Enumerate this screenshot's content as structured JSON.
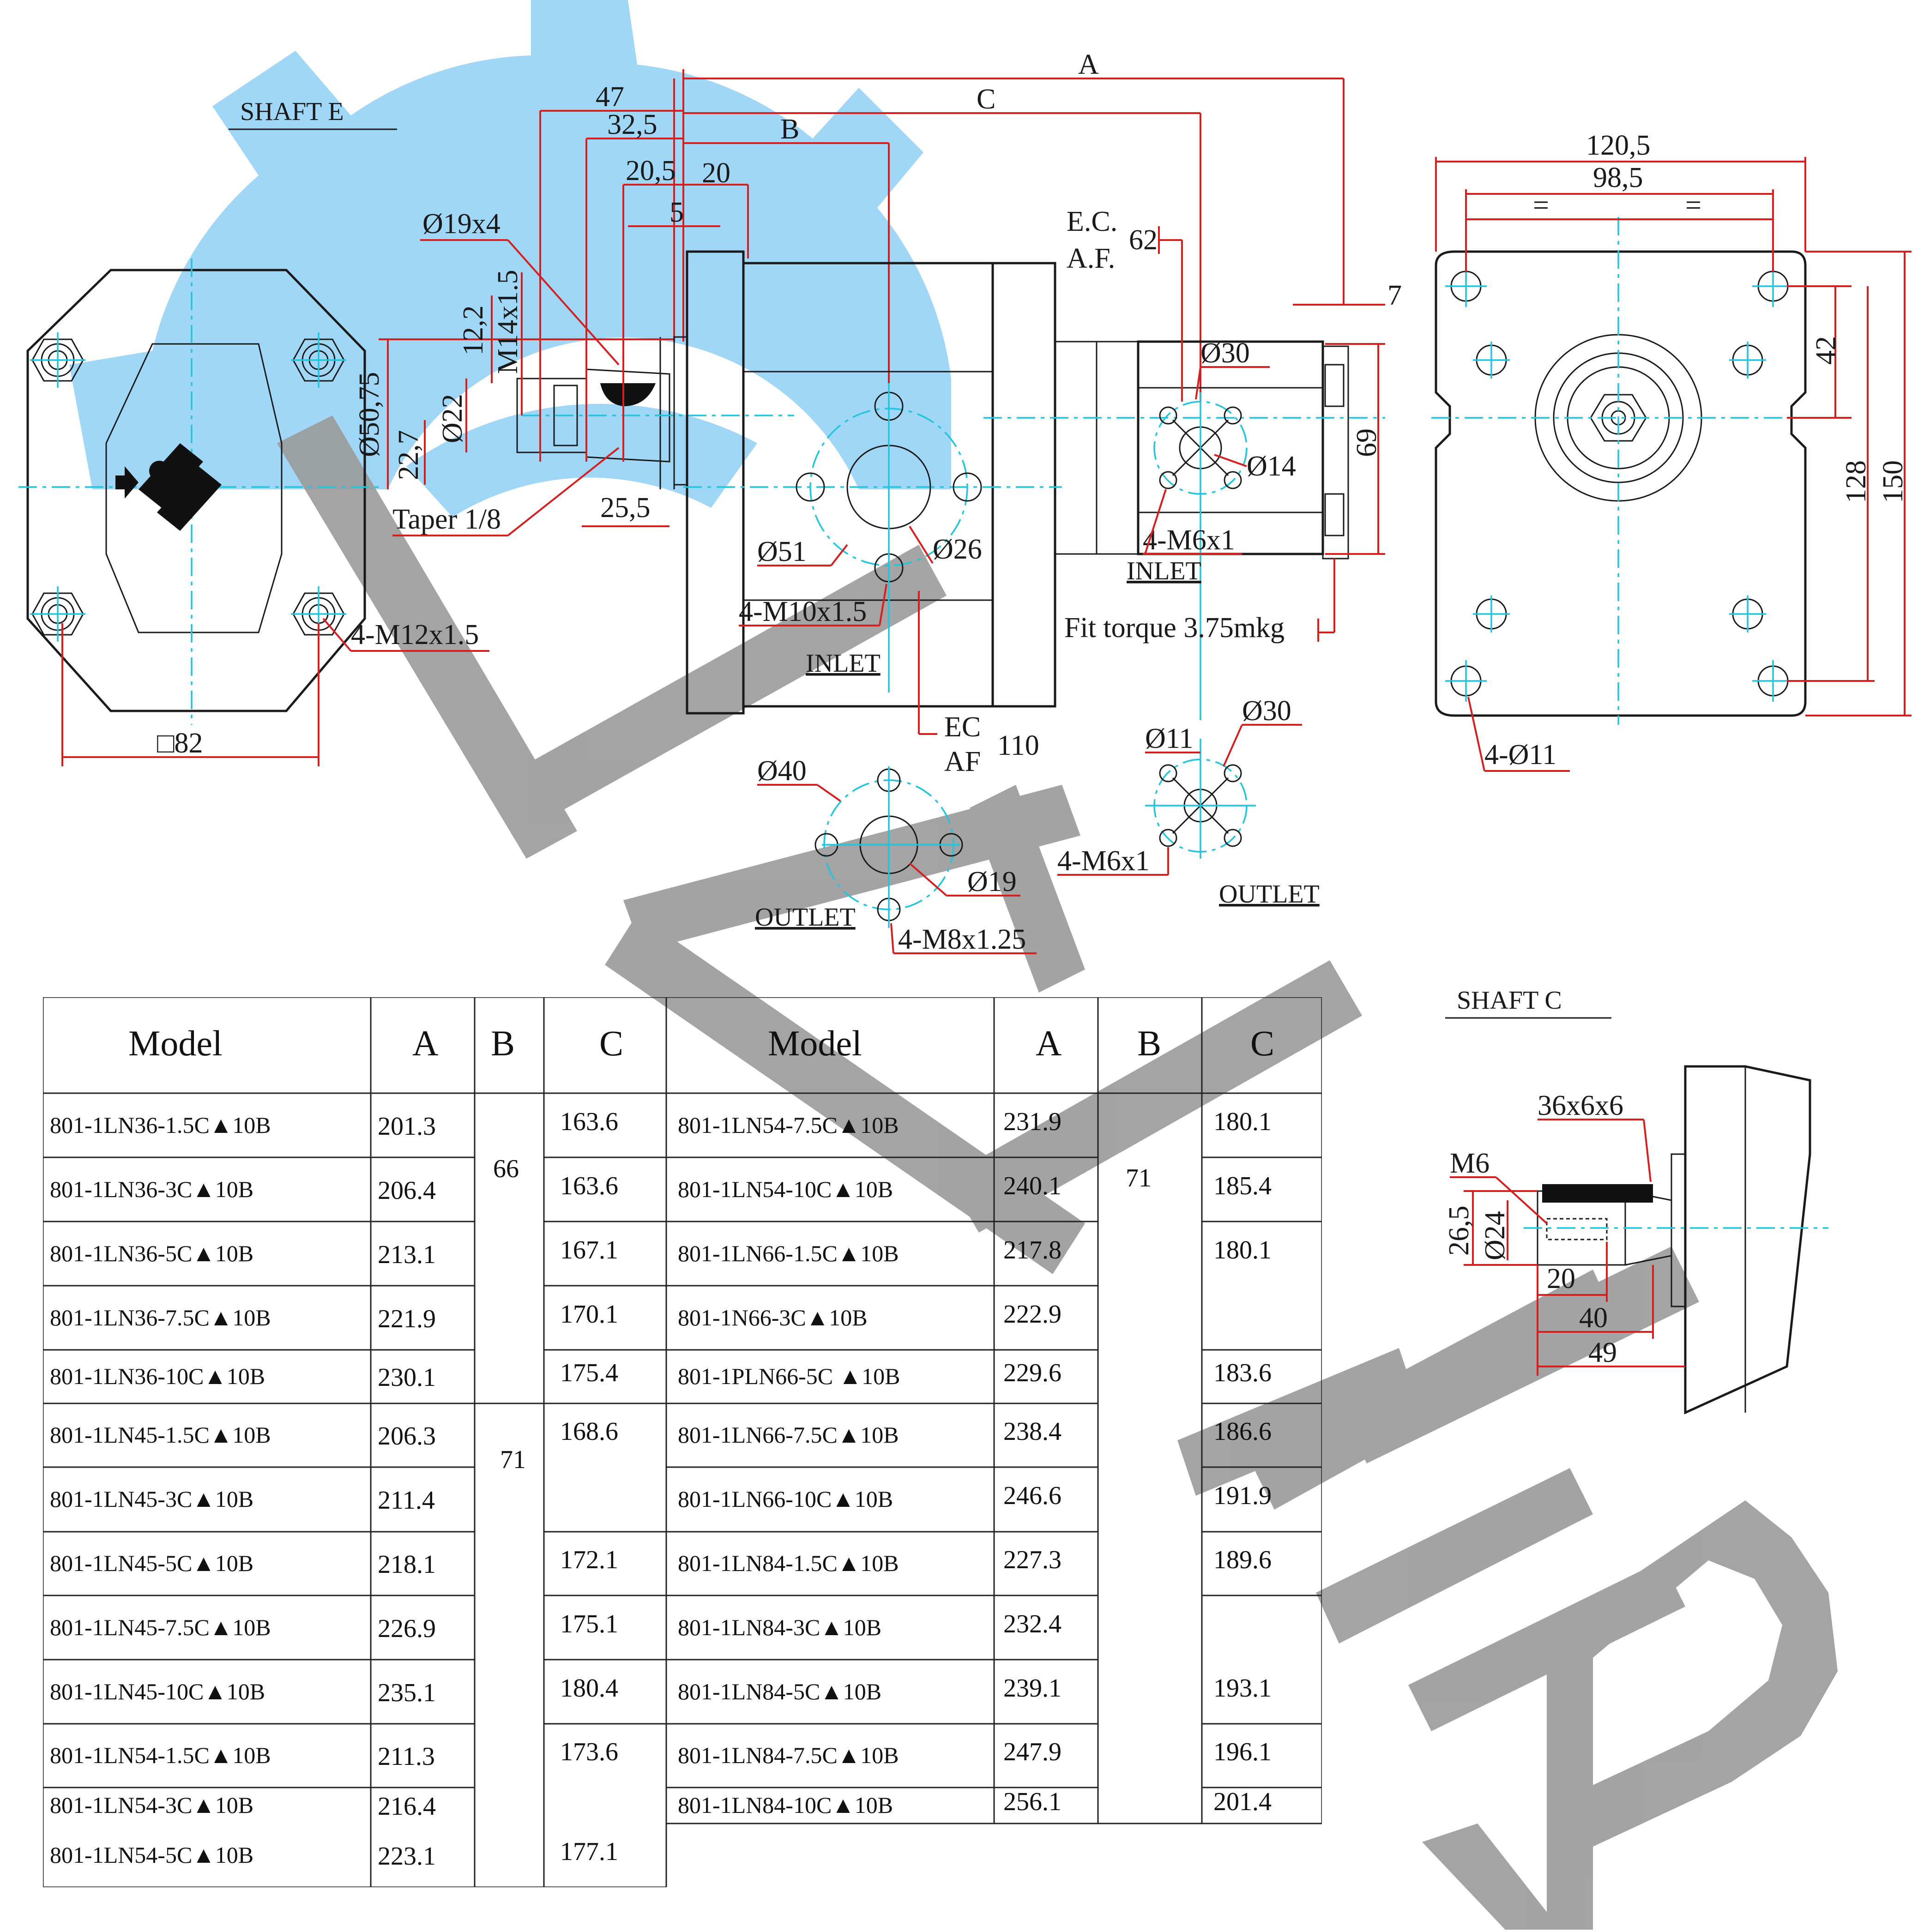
{
  "drawing": {
    "shaft_e_title": "SHAFT E",
    "shaft_c_title": "SHAFT C",
    "dims_top": {
      "A": "A",
      "C": "C",
      "B": "B",
      "d47": "47",
      "d32_5": "32,5",
      "d20_5": "20,5",
      "d20": "20",
      "d5": "5"
    },
    "shaft_e": {
      "key": "Ø19x4",
      "thread": "M14x1.5",
      "d12_2": "12,2",
      "d22": "Ø22",
      "d50_75": "Ø50,75",
      "d22_7": "22,7",
      "taper": "Taper 1/8",
      "d25_5": "25,5"
    },
    "front_view": {
      "ports": "4-M12x1.5",
      "square": "□82"
    },
    "main_inlet": {
      "d51": "Ø51",
      "d26": "Ø26",
      "thread": "4-M10x1.5",
      "label": "INLET",
      "ec": "EC",
      "af": "AF",
      "dim110": "110"
    },
    "small_inlet": {
      "ec": "E.C.",
      "af": "A.F.",
      "dim62": "62",
      "d30": "Ø30",
      "d14": "Ø14",
      "thread": "4-M6x1",
      "label": "INLET",
      "dim7": "7",
      "dim69": "69"
    },
    "torque": "Fit torque 3.75mkg",
    "main_outlet": {
      "d40": "Ø40",
      "d19": "Ø19",
      "thread": "4-M8x1.25",
      "label": "OUTLET"
    },
    "small_outlet": {
      "d11": "Ø11",
      "d30": "Ø30",
      "thread": "4-M6x1",
      "label": "OUTLET"
    },
    "side_view": {
      "d120_5": "120,5",
      "d98_5": "98,5",
      "eq1": "=",
      "eq2": "=",
      "d42": "42",
      "d128": "128",
      "d150": "150",
      "holes": "4-Ø11"
    },
    "shaft_c": {
      "key": "36x6x6",
      "thread": "M6",
      "d26_5": "26,5",
      "d24": "Ø24",
      "d20": "20",
      "d40": "40",
      "d49": "49"
    }
  },
  "table": {
    "headers": [
      "Model",
      "A",
      "B",
      "C",
      "Model",
      "A",
      "B",
      "C"
    ],
    "left_rows": [
      {
        "model": "801-1LN36-1.5C▲10B",
        "a": "201.3",
        "c": "163.6"
      },
      {
        "model": "801-1LN36-3C▲10B",
        "a": "206.4",
        "c": "163.6"
      },
      {
        "model": "801-1LN36-5C▲10B",
        "a": "213.1",
        "c": "167.1"
      },
      {
        "model": "801-1LN36-7.5C▲10B",
        "a": "221.9",
        "c": "170.1"
      },
      {
        "model": "801-1LN36-10C▲10B",
        "a": "230.1",
        "c": "175.4"
      },
      {
        "model": "801-1LN45-1.5C▲10B",
        "a": "206.3",
        "c": "168.6"
      },
      {
        "model": "801-1LN45-3C▲10B",
        "a": "211.4",
        "c": ""
      },
      {
        "model": "801-1LN45-5C▲10B",
        "a": "218.1",
        "c": "172.1"
      },
      {
        "model": "801-1LN45-7.5C▲10B",
        "a": "226.9",
        "c": "175.1"
      },
      {
        "model": "801-1LN45-10C▲10B",
        "a": "235.1",
        "c": "180.4"
      },
      {
        "model": "801-1LN54-1.5C▲10B",
        "a": "211.3",
        "c": "173.6"
      },
      {
        "model": "801-1LN54-3C▲10B",
        "a": "216.4",
        "c": ""
      },
      {
        "model": "801-1LN54-5C▲10B",
        "a": "223.1",
        "c": "177.1"
      }
    ],
    "left_b": [
      "66",
      "71"
    ],
    "right_rows": [
      {
        "model": "801-1LN54-7.5C▲10B",
        "a": "231.9",
        "c": "180.1"
      },
      {
        "model": "801-1LN54-10C▲10B",
        "a": "240.1",
        "c": "185.4"
      },
      {
        "model": "801-1LN66-1.5C▲10B",
        "a": "217.8",
        "c": "180.1"
      },
      {
        "model": "801-1N66-3C▲10B",
        "a": "222.9",
        "c": ""
      },
      {
        "model": "801-1PLN66-5C ▲10B",
        "a": "229.6",
        "c": "183.6"
      },
      {
        "model": "801-1LN66-7.5C▲10B",
        "a": "238.4",
        "c": "186.6"
      },
      {
        "model": "801-1LN66-10C▲10B",
        "a": "246.6",
        "c": "191.9"
      },
      {
        "model": "801-1LN84-1.5C▲10B",
        "a": "227.3",
        "c": "189.6"
      },
      {
        "model": "801-1LN84-3C▲10B",
        "a": "232.4",
        "c": ""
      },
      {
        "model": "801-1LN84-5C▲10B",
        "a": "239.1",
        "c": "193.1"
      },
      {
        "model": "801-1LN84-7.5C▲10B",
        "a": "247.9",
        "c": "196.1"
      },
      {
        "model": "801-1LN84-10C▲10B",
        "a": "256.1",
        "c": "201.4"
      }
    ],
    "right_b": "71"
  },
  "colors": {
    "watermark_blue": "#8fd0f5",
    "watermark_grey": "#9a9a9a",
    "dimension_red": "#d42020",
    "centerline_cyan": "#22c5dd",
    "line_black": "#1a1a1a"
  }
}
